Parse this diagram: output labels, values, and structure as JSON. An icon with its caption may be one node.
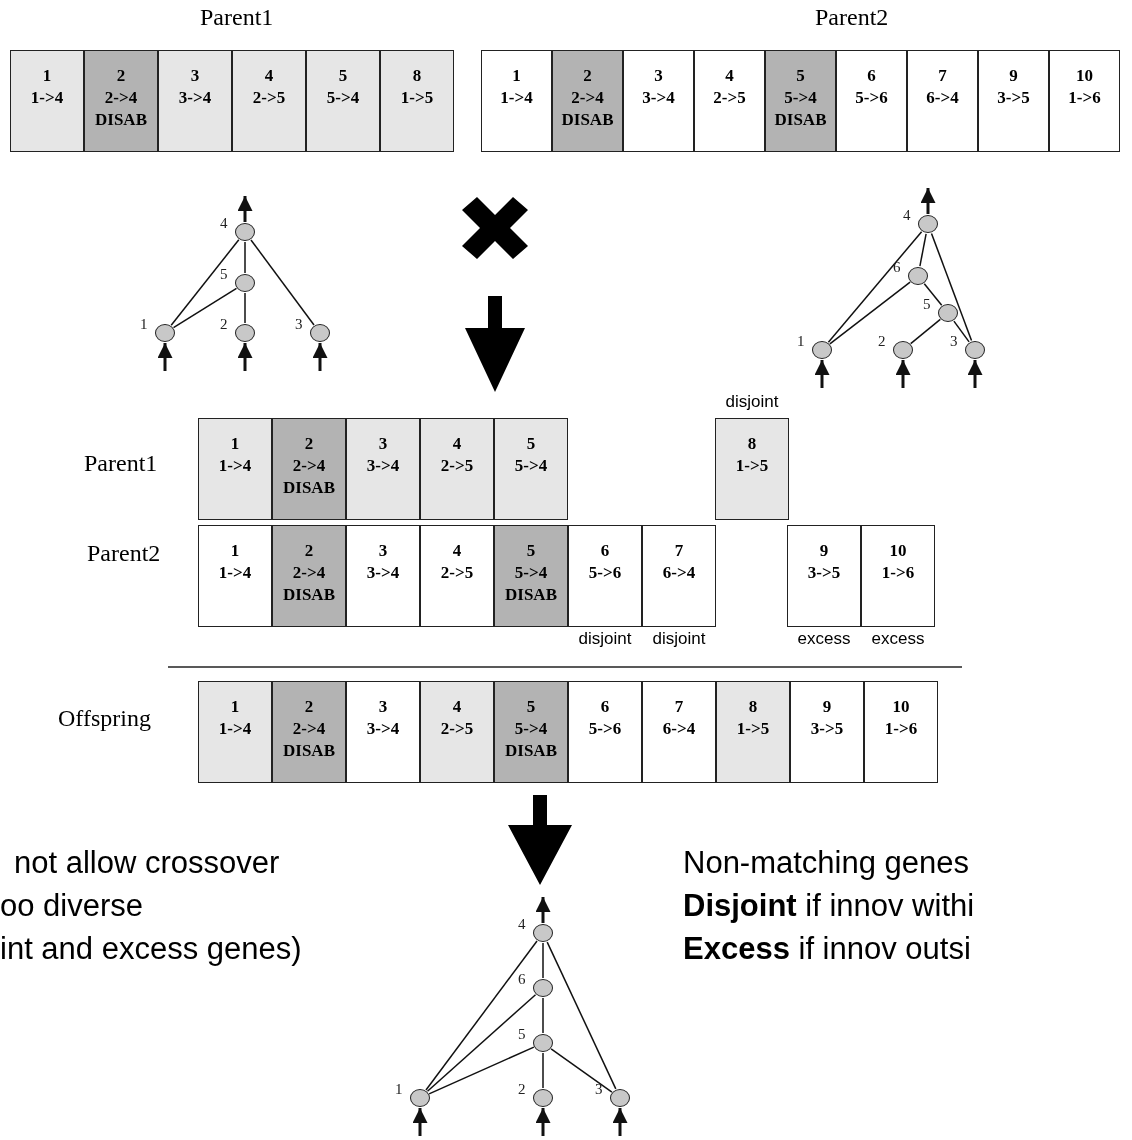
{
  "diagram": {
    "nodes": [
      {
        "text": [
          "1",
          "1->4"
        ]
      },
      {
        "text": [
          "2",
          "2->4",
          "DISAB"
        ]
      },
      {
        "text": [
          "3",
          "3->4"
        ]
      },
      {
        "text": [
          "4",
          "2->5"
        ]
      },
      {
        "text": [
          "5",
          "5->4"
        ]
      },
      {
        "text": [
          "8",
          "1->5"
        ]
      },
      {
        "text": [
          "1",
          "1->4"
        ]
      },
      {
        "text": [
          "2",
          "2->4",
          "DISAB"
        ]
      },
      {
        "text": [
          "3",
          "3->4"
        ]
      },
      {
        "text": [
          "4",
          "2->5"
        ]
      },
      {
        "text": [
          "5",
          "5->4",
          "DISAB"
        ]
      },
      {
        "text": [
          "6",
          "5->6"
        ]
      },
      {
        "text": [
          "7",
          "6->4"
        ]
      },
      {
        "text": [
          "9",
          "3->5"
        ]
      },
      {
        "text": [
          "10",
          "1->6"
        ]
      },
      {
        "text": [],
        "shape": "circle",
        "beside": [
          "4"
        ]
      },
      {
        "text": [],
        "shape": "circle",
        "beside": [
          "5"
        ]
      },
      {
        "text": [],
        "shape": "circle",
        "beside": [
          "1"
        ]
      },
      {
        "text": [],
        "shape": "circle",
        "beside": [
          "2"
        ]
      },
      {
        "text": [],
        "shape": "circle",
        "beside": [
          "3"
        ]
      },
      {
        "text": [],
        "shape": "circle",
        "beside": [
          "4"
        ]
      },
      {
        "text": [],
        "shape": "circle",
        "beside": [
          "6"
        ]
      },
      {
        "text": [],
        "shape": "circle",
        "beside": [
          "5"
        ]
      },
      {
        "text": [],
        "shape": "circle",
        "beside": [
          "1"
        ]
      },
      {
        "text": [],
        "shape": "circle",
        "beside": [
          "2"
        ]
      },
      {
        "text": [],
        "shape": "circle",
        "beside": [
          "3"
        ]
      },
      {
        "text": [
          "1",
          "1->4"
        ]
      },
      {
        "text": [
          "2",
          "2->4",
          "DISAB"
        ]
      },
      {
        "text": [
          "3",
          "3->4"
        ]
      },
      {
        "text": [
          "4",
          "2->5"
        ]
      },
      {
        "text": [
          "5",
          "5->4"
        ]
      },
      {
        "text": [
          "8",
          "1->5"
        ],
        "beside": [
          "disjoint"
        ]
      },
      {
        "text": [
          "1",
          "1->4"
        ]
      },
      {
        "text": [
          "2",
          "2->4",
          "DISAB"
        ]
      },
      {
        "text": [
          "3",
          "3->4"
        ]
      },
      {
        "text": [
          "4",
          "2->5"
        ]
      },
      {
        "text": [
          "5",
          "5->4",
          "DISAB"
        ]
      },
      {
        "text": [
          "6",
          "5->6"
        ],
        "beside": [
          "disjoint"
        ]
      },
      {
        "text": [
          "7",
          "6->4"
        ],
        "beside": [
          "disjoint"
        ]
      },
      {
        "text": [
          "9",
          "3->5"
        ],
        "beside": [
          "excess"
        ]
      },
      {
        "text": [
          "10",
          "1->6"
        ],
        "beside": [
          "excess"
        ]
      },
      {
        "text": [
          "1",
          "1->4"
        ]
      },
      {
        "text": [
          "2",
          "2->4",
          "DISAB"
        ]
      },
      {
        "text": [
          "3",
          "3->4"
        ]
      },
      {
        "text": [
          "4",
          "2->5"
        ]
      },
      {
        "text": [
          "5",
          "5->4",
          "DISAB"
        ]
      },
      {
        "text": [
          "6",
          "5->6"
        ]
      },
      {
        "text": [
          "7",
          "6->4"
        ]
      },
      {
        "text": [
          "8",
          "1->5"
        ]
      },
      {
        "text": [
          "9",
          "3->5"
        ]
      },
      {
        "text": [
          "10",
          "1->6"
        ]
      },
      {
        "text": [],
        "shape": "circle",
        "beside": [
          "4"
        ]
      },
      {
        "text": [],
        "shape": "circle",
        "beside": [
          "6"
        ]
      },
      {
        "text": [],
        "shape": "circle",
        "beside": [
          "5"
        ]
      },
      {
        "text": [],
        "shape": "circle",
        "beside": [
          "1"
        ]
      },
      {
        "text": [],
        "shape": "circle",
        "beside": [
          "2"
        ]
      },
      {
        "text": [],
        "shape": "circle",
        "beside": [
          "3"
        ]
      }
    ],
    "edges": [
      {
        "from": 17,
        "to": 15,
        "arrow": "none"
      },
      {
        "from": 16,
        "to": 15,
        "arrow": "none"
      },
      {
        "from": 19,
        "to": 15,
        "arrow": "none"
      },
      {
        "from": 17,
        "to": 16,
        "arrow": "none"
      },
      {
        "from": 18,
        "to": 16,
        "arrow": "none"
      },
      {
        "from": 15,
        "to": null,
        "arrow": "to"
      },
      {
        "from": null,
        "to": 17,
        "arrow": "to"
      },
      {
        "from": null,
        "to": 18,
        "arrow": "to"
      },
      {
        "from": null,
        "to": 19,
        "arrow": "to"
      },
      {
        "from": 23,
        "to": 20,
        "arrow": "none"
      },
      {
        "from": 21,
        "to": 20,
        "arrow": "none"
      },
      {
        "from": 25,
        "to": 20,
        "arrow": "none"
      },
      {
        "from": 23,
        "to": 21,
        "arrow": "none"
      },
      {
        "from": 22,
        "to": 21,
        "arrow": "none"
      },
      {
        "from": 24,
        "to": 22,
        "arrow": "none"
      },
      {
        "from": 25,
        "to": 22,
        "arrow": "none"
      },
      {
        "from": 20,
        "to": null,
        "arrow": "to"
      },
      {
        "from": null,
        "to": 23,
        "arrow": "to"
      },
      {
        "from": null,
        "to": 24,
        "arrow": "to"
      },
      {
        "from": null,
        "to": 25,
        "arrow": "to"
      },
      {
        "from": 54,
        "to": 51,
        "arrow": "none"
      },
      {
        "from": 52,
        "to": 51,
        "arrow": "none"
      },
      {
        "from": 56,
        "to": 51,
        "arrow": "none"
      },
      {
        "from": 54,
        "to": 52,
        "arrow": "none"
      },
      {
        "from": 53,
        "to": 52,
        "arrow": "none"
      },
      {
        "from": 54,
        "to": 53,
        "arrow": "none"
      },
      {
        "from": 55,
        "to": 53,
        "arrow": "none"
      },
      {
        "from": 56,
        "to": 53,
        "arrow": "none"
      },
      {
        "from": 51,
        "to": null,
        "arrow": "to"
      },
      {
        "from": null,
        "to": 54,
        "arrow": "to"
      },
      {
        "from": null,
        "to": 55,
        "arrow": "to"
      },
      {
        "from": null,
        "to": 56,
        "arrow": "to"
      }
    ],
    "labels": [
      "Parent1",
      "Parent2",
      "Parent1",
      "Parent2",
      "Offspring",
      "not allow crossover",
      "Non-matching genes",
      "oo diverse",
      "**Disjoint** if innov withi",
      "int and excess genes)",
      "**Excess** if innov outsi"
    ]
  }
}
